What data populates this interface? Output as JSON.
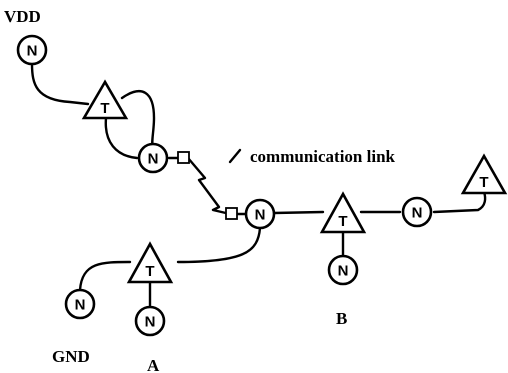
{
  "labels": {
    "vdd": "VDD",
    "gnd": "GND",
    "a": "A",
    "b": "B",
    "comm_link": "communication link"
  },
  "node_letter": "N",
  "transistor_letter": "T"
}
